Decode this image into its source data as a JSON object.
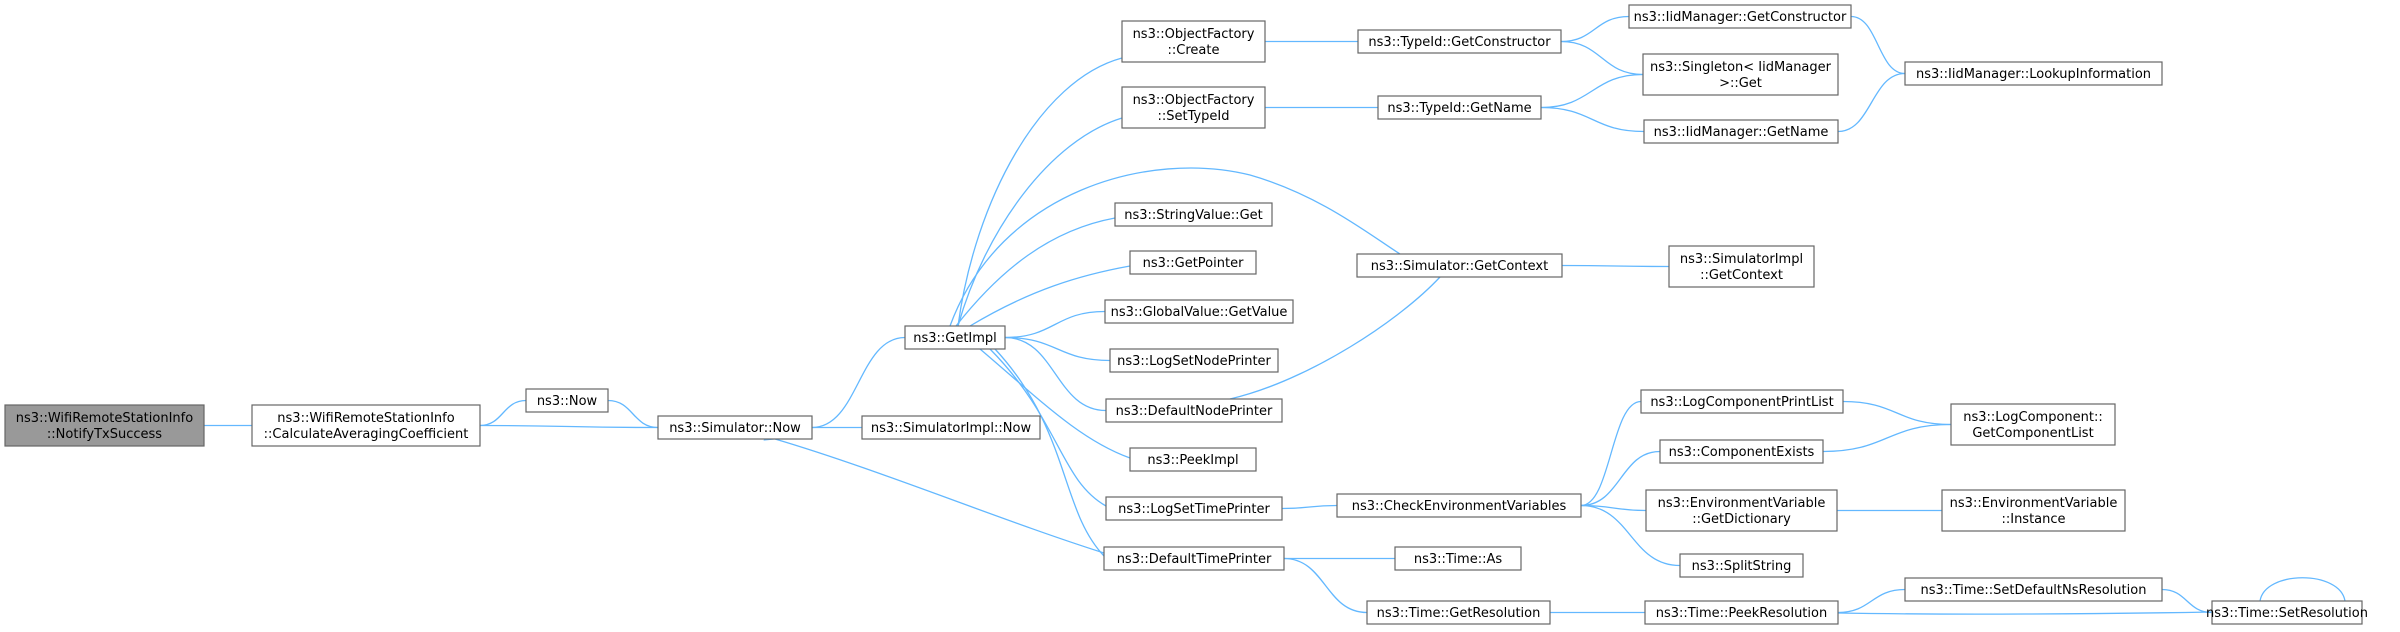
{
  "nodes": [
    {
      "id": "n0",
      "lines": [
        "ns3::WifiRemoteStationInfo",
        "::NotifyTxSuccess"
      ],
      "highlight": true
    },
    {
      "id": "n1",
      "lines": [
        "ns3::WifiRemoteStationInfo",
        "::CalculateAveragingCoefficient"
      ]
    },
    {
      "id": "n2",
      "lines": [
        "ns3::Now"
      ]
    },
    {
      "id": "n3",
      "lines": [
        "ns3::Simulator::Now"
      ]
    },
    {
      "id": "n4",
      "lines": [
        "ns3::SimulatorImpl::Now"
      ]
    },
    {
      "id": "n5",
      "lines": [
        "ns3::GetImpl"
      ]
    },
    {
      "id": "n6",
      "lines": [
        "ns3::ObjectFactory",
        "::Create"
      ]
    },
    {
      "id": "n7",
      "lines": [
        "ns3::ObjectFactory",
        "::SetTypeId"
      ]
    },
    {
      "id": "n8",
      "lines": [
        "ns3::StringValue::Get"
      ]
    },
    {
      "id": "n9",
      "lines": [
        "ns3::GetPointer"
      ]
    },
    {
      "id": "n10",
      "lines": [
        "ns3::GlobalValue::GetValue"
      ]
    },
    {
      "id": "n11",
      "lines": [
        "ns3::LogSetNodePrinter"
      ]
    },
    {
      "id": "n12",
      "lines": [
        "ns3::DefaultNodePrinter"
      ]
    },
    {
      "id": "n13",
      "lines": [
        "ns3::PeekImpl"
      ]
    },
    {
      "id": "n14",
      "lines": [
        "ns3::LogSetTimePrinter"
      ]
    },
    {
      "id": "n15",
      "lines": [
        "ns3::DefaultTimePrinter"
      ]
    },
    {
      "id": "n16",
      "lines": [
        "ns3::TypeId::GetConstructor"
      ]
    },
    {
      "id": "n17",
      "lines": [
        "ns3::TypeId::GetName"
      ]
    },
    {
      "id": "n18",
      "lines": [
        "ns3::Simulator::GetContext"
      ]
    },
    {
      "id": "n19",
      "lines": [
        "ns3::CheckEnvironmentVariables"
      ]
    },
    {
      "id": "n20",
      "lines": [
        "ns3::Time::As"
      ]
    },
    {
      "id": "n21",
      "lines": [
        "ns3::Time::GetResolution"
      ]
    },
    {
      "id": "n22",
      "lines": [
        "ns3::IidManager::GetConstructor"
      ]
    },
    {
      "id": "n23",
      "lines": [
        "ns3::Singleton< IidManager",
        " >::Get"
      ]
    },
    {
      "id": "n24",
      "lines": [
        "ns3::IidManager::GetName"
      ]
    },
    {
      "id": "n25",
      "lines": [
        "ns3::SimulatorImpl",
        "::GetContext"
      ]
    },
    {
      "id": "n26",
      "lines": [
        "ns3::LogComponentPrintList"
      ]
    },
    {
      "id": "n27",
      "lines": [
        "ns3::ComponentExists"
      ]
    },
    {
      "id": "n28",
      "lines": [
        "ns3::EnvironmentVariable",
        "::GetDictionary"
      ]
    },
    {
      "id": "n29",
      "lines": [
        "ns3::SplitString"
      ]
    },
    {
      "id": "n30",
      "lines": [
        "ns3::Time::PeekResolution"
      ]
    },
    {
      "id": "n31",
      "lines": [
        "ns3::IidManager::LookupInformation"
      ]
    },
    {
      "id": "n32",
      "lines": [
        "ns3::LogComponent::",
        "GetComponentList"
      ]
    },
    {
      "id": "n33",
      "lines": [
        "ns3::EnvironmentVariable",
        "::Instance"
      ]
    },
    {
      "id": "n34",
      "lines": [
        "ns3::Time::SetDefaultNsResolution"
      ]
    },
    {
      "id": "n35",
      "lines": [
        "ns3::Time::SetResolution"
      ]
    }
  ],
  "edges": [
    [
      "n0",
      "n1"
    ],
    [
      "n1",
      "n2"
    ],
    [
      "n1",
      "n3"
    ],
    [
      "n2",
      "n3"
    ],
    [
      "n3",
      "n4"
    ],
    [
      "n3",
      "n5"
    ],
    [
      "n5",
      "n6"
    ],
    [
      "n5",
      "n7"
    ],
    [
      "n5",
      "n8"
    ],
    [
      "n5",
      "n9"
    ],
    [
      "n5",
      "n10"
    ],
    [
      "n5",
      "n11"
    ],
    [
      "n5",
      "n12"
    ],
    [
      "n5",
      "n13"
    ],
    [
      "n5",
      "n14"
    ],
    [
      "n5",
      "n15"
    ],
    [
      "n5",
      "n18"
    ],
    [
      "n6",
      "n16"
    ],
    [
      "n7",
      "n17"
    ],
    [
      "n16",
      "n22"
    ],
    [
      "n16",
      "n23"
    ],
    [
      "n17",
      "n23"
    ],
    [
      "n17",
      "n24"
    ],
    [
      "n22",
      "n31"
    ],
    [
      "n24",
      "n31"
    ],
    [
      "n18",
      "n25"
    ],
    [
      "n12",
      "n18"
    ],
    [
      "n14",
      "n19"
    ],
    [
      "n19",
      "n26"
    ],
    [
      "n19",
      "n27"
    ],
    [
      "n19",
      "n28"
    ],
    [
      "n19",
      "n29"
    ],
    [
      "n26",
      "n32"
    ],
    [
      "n27",
      "n32"
    ],
    [
      "n28",
      "n33"
    ],
    [
      "n15",
      "n3"
    ],
    [
      "n15",
      "n20"
    ],
    [
      "n15",
      "n21"
    ],
    [
      "n21",
      "n30"
    ],
    [
      "n30",
      "n34"
    ],
    [
      "n34",
      "n35"
    ],
    [
      "n35",
      "n30"
    ],
    [
      "n35",
      "n35"
    ]
  ]
}
